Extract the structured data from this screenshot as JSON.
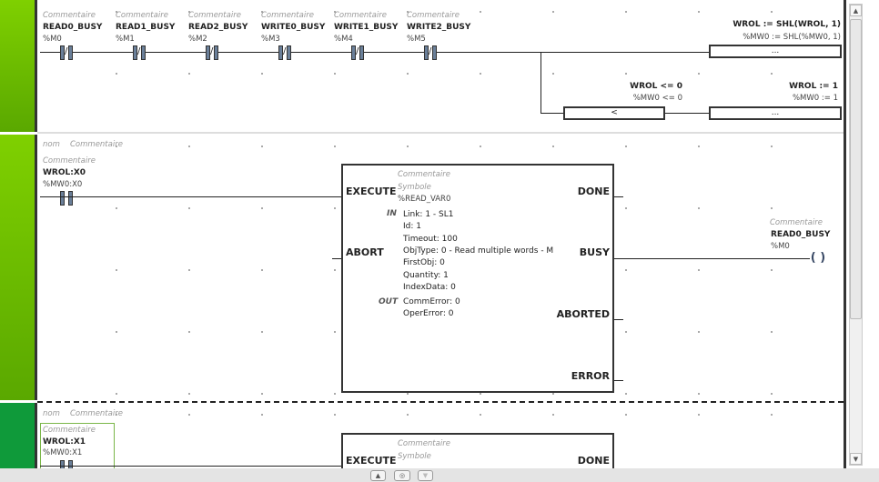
{
  "rung1": {
    "contacts": [
      {
        "comment": "Commentaire",
        "symbol": "READ0_BUSY",
        "address": "%M0"
      },
      {
        "comment": "Commentaire",
        "symbol": "READ1_BUSY",
        "address": "%M1"
      },
      {
        "comment": "Commentaire",
        "symbol": "READ2_BUSY",
        "address": "%M2"
      },
      {
        "comment": "Commentaire",
        "symbol": "WRITE0_BUSY",
        "address": "%M3"
      },
      {
        "comment": "Commentaire",
        "symbol": "WRITE1_BUSY",
        "address": "%M4"
      },
      {
        "comment": "Commentaire",
        "symbol": "WRITE2_BUSY",
        "address": "%M5"
      }
    ],
    "op1": {
      "symbol": "WROL := SHL(WROL, 1)",
      "address": "%MW0 := SHL(%MW0, 1)",
      "box": "..."
    },
    "cmp": {
      "symbol": "WROL <= 0",
      "address": "%MW0 <= 0",
      "box": "<"
    },
    "op2": {
      "symbol": "WROL := 1",
      "address": "%MW0 := 1",
      "box": "..."
    }
  },
  "rung2": {
    "name": "nom",
    "comment": "Commentaire",
    "contact": {
      "comment": "Commentaire",
      "symbol": "WROL:X0",
      "address": "%MW0:X0"
    },
    "fb": {
      "comment": "Commentaire",
      "symbol_label": "Symbole",
      "instance": "%READ_VAR0",
      "in_label": "IN",
      "out_label": "OUT",
      "inputs": [
        "Link: 1 - SL1",
        "Id: 1",
        "Timeout: 100",
        "ObjType: 0 - Read multiple words - M",
        "FirstObj: 0",
        "Quantity: 1",
        "IndexData: 0"
      ],
      "outputs": [
        "CommError: 0",
        "OperError: 0"
      ],
      "pins": {
        "execute": "EXECUTE",
        "abort": "ABORT",
        "done": "DONE",
        "busy": "BUSY",
        "aborted": "ABORTED",
        "error": "ERROR"
      }
    },
    "coil": {
      "comment": "Commentaire",
      "symbol": "READ0_BUSY",
      "address": "%M0"
    }
  },
  "rung3": {
    "name": "nom",
    "comment": "Commentaire",
    "contact": {
      "comment": "Commentaire",
      "symbol": "WROL:X1",
      "address": "%MW0:X1"
    },
    "fb": {
      "comment": "Commentaire",
      "symbol_label": "Symbole",
      "execute": "EXECUTE",
      "done": "DONE"
    }
  },
  "colors": {
    "green": "#6cbf0a",
    "green_dark": "#0f9a3a"
  }
}
